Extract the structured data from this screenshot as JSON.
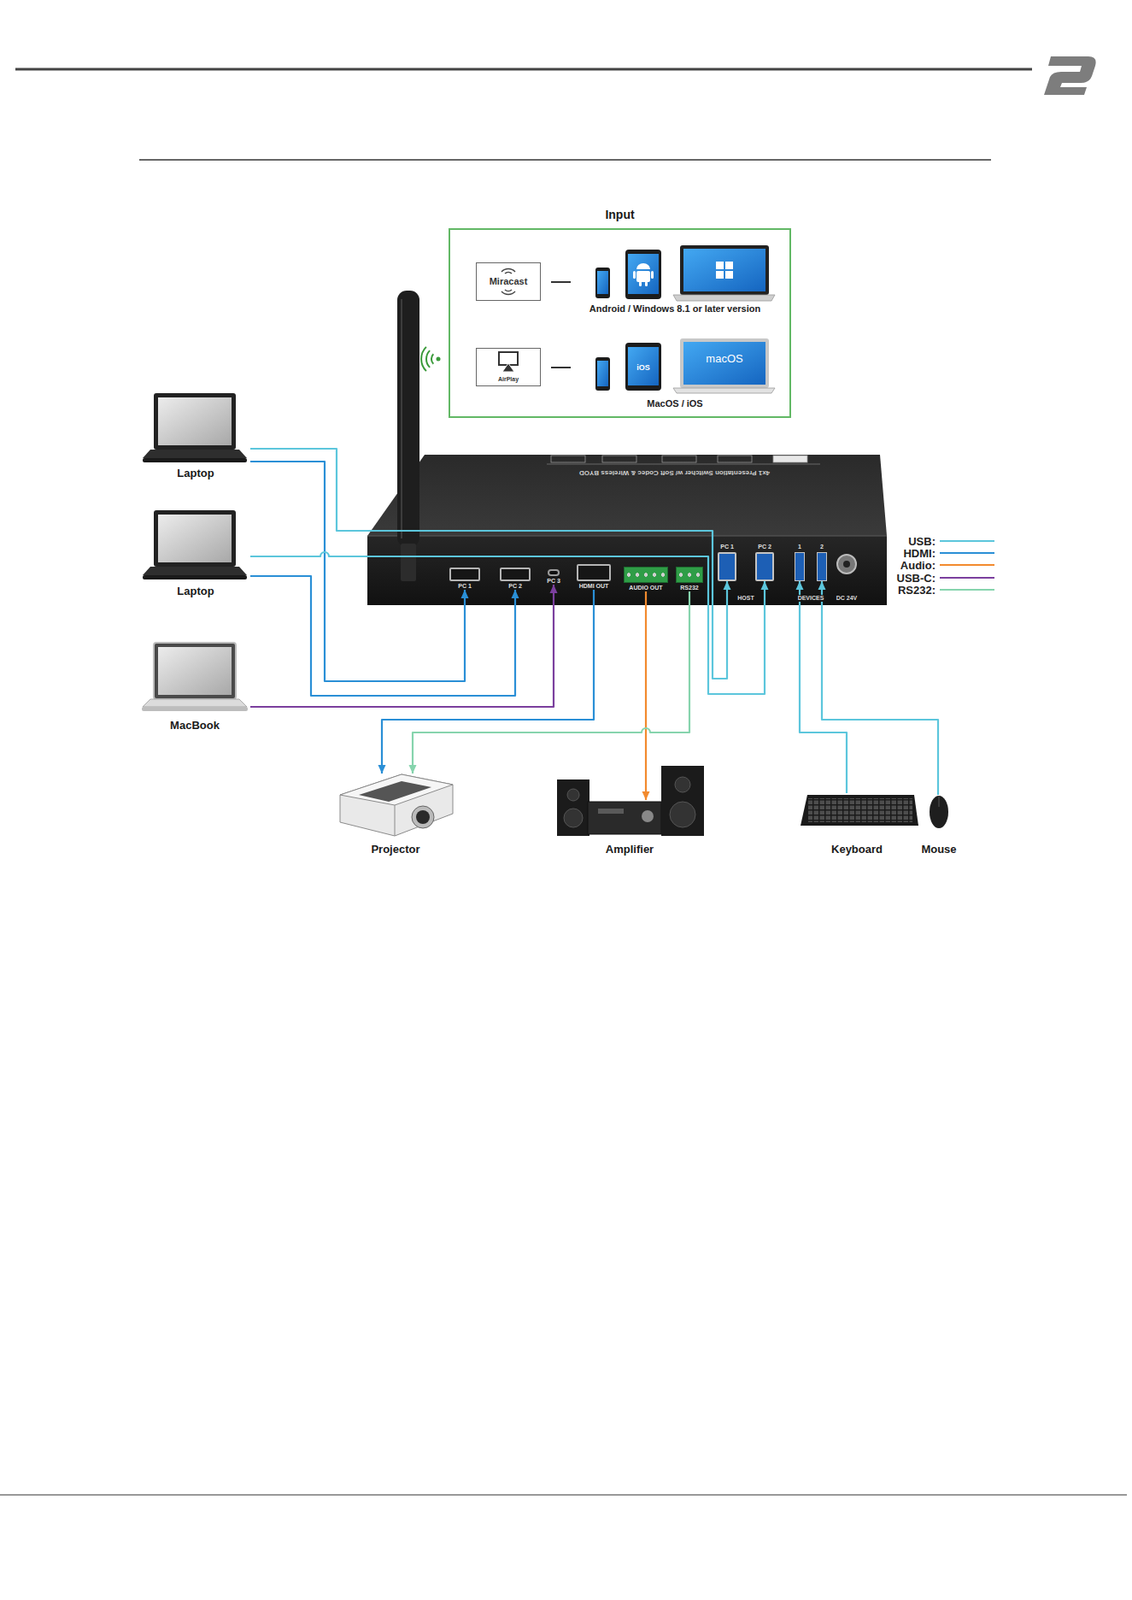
{
  "diagram": {
    "nodes": [
      {
        "text": [
          "Input"
        ]
      },
      {
        "text": [
          "Miracast"
        ],
        "in": 0
      },
      {
        "text": [
          "AirPlay"
        ],
        "in": 0
      },
      {
        "text": [
          "Laptop"
        ]
      },
      {
        "text": [
          "Laptop"
        ]
      },
      {
        "text": [
          "MacBook"
        ]
      },
      {
        "text": [
          "PC 1"
        ]
      },
      {
        "text": [
          "PC 2"
        ]
      },
      {
        "text": [
          "PC 3"
        ]
      },
      {
        "text": [
          "HDMI OUT"
        ]
      },
      {
        "text": [
          "AUDIO OUT"
        ]
      },
      {
        "text": [
          "RS232"
        ]
      },
      {
        "text": [
          "PC 1"
        ]
      },
      {
        "text": [
          "PC 2"
        ]
      },
      {
        "text": [
          "1"
        ]
      },
      {
        "text": [
          "2"
        ]
      },
      {
        "text": [
          "Projector"
        ]
      },
      {
        "text": [
          "Amplifier"
        ]
      },
      {
        "text": [
          "Keyboard"
        ]
      },
      {
        "text": [
          "Mouse"
        ]
      }
    ],
    "edges": [
      {
        "from": 3,
        "to": 6,
        "arrow": "to"
      },
      {
        "from": 3,
        "to": 12,
        "arrow": "to"
      },
      {
        "from": 4,
        "to": 7,
        "arrow": "to"
      },
      {
        "from": 4,
        "to": 13,
        "arrow": "to"
      },
      {
        "from": 5,
        "to": 8,
        "arrow": "to"
      },
      {
        "from": 9,
        "to": 16,
        "arrow": "to"
      },
      {
        "from": 10,
        "to": 17,
        "arrow": "to"
      },
      {
        "from": 11,
        "to": 16,
        "arrow": "to"
      },
      {
        "from": 18,
        "to": 14,
        "arrow": "to"
      },
      {
        "from": 19,
        "to": 15,
        "arrow": "to"
      }
    ],
    "labels": [
      "Android / Windows 8.1 or later version",
      "MacOS / iOS",
      "iOS",
      "macOS",
      "HOST",
      "DEVICES",
      "DC 24V",
      "4x1 Presentation Switcher w/ Soft Codec & Wireless BYOD"
    ],
    "legend": [
      {
        "text": "USB:"
      },
      {
        "text": "HDMI:"
      },
      {
        "text": "Audio:"
      },
      {
        "text": "USB-C:"
      },
      {
        "text": "RS232:"
      }
    ]
  }
}
